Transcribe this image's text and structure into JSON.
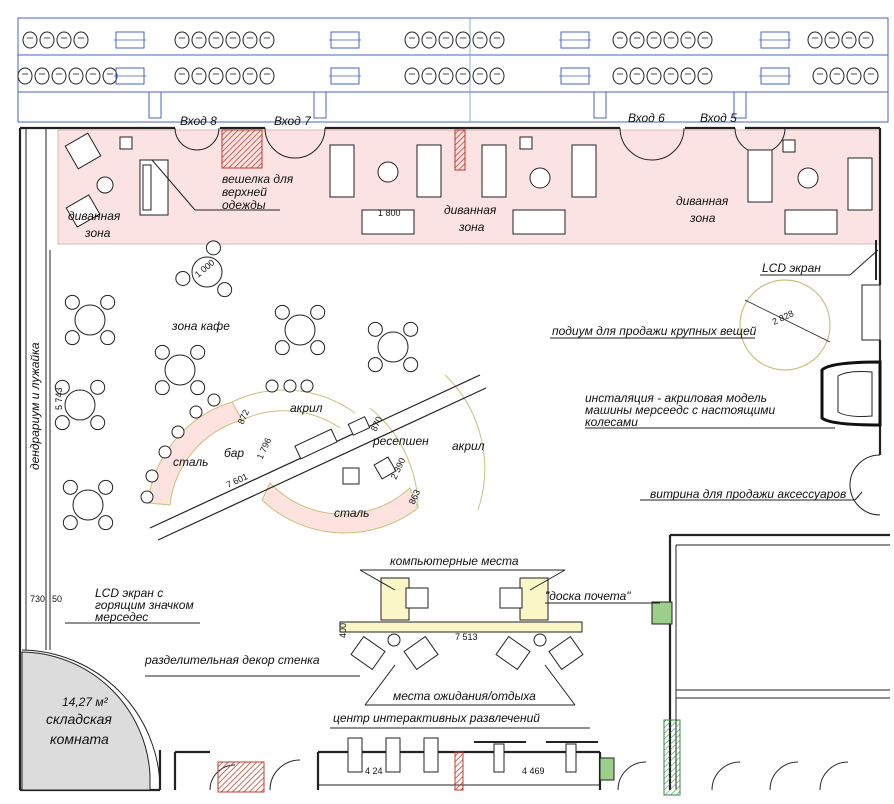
{
  "entrances": {
    "e8": "Вход 8",
    "e7": "Вход 7",
    "e6": "Вход 6",
    "e5": "Вход 5"
  },
  "labels": {
    "coat_rack": [
      "вешелка для",
      "верхней",
      "одежды"
    ],
    "sofa_left": [
      "диванная",
      "зона"
    ],
    "sofa_center": [
      "диванная",
      "зона"
    ],
    "sofa_right": [
      "диванная",
      "зона"
    ],
    "cafe": "зона кафе",
    "acryl_top": "акрил",
    "acryl_right": "акрил",
    "reception": "ресепшен",
    "bar": "бар",
    "steel_left": "сталь",
    "steel_bottom": "сталь",
    "lcd_right": "LCD экран",
    "podium": "подиум для продажи крупных вещей",
    "installation": [
      "инсталяция - акриловая модель",
      "машины мерсеедс с настоящими",
      "колесами"
    ],
    "showcase": "витрина для продажи аксессуаров",
    "computers": "компьютерные места",
    "honor_board": "\"доска почета\"",
    "lcd_left": [
      "LCD экран с",
      "горящим значком",
      "мерседес"
    ],
    "decor_wall": "разделительная декор стенка",
    "waiting": "места ожидания/отдыха",
    "entertainment": "центр интерактивных развлечений",
    "dendrarium": "дендрариум и лужайка",
    "storage_area": "14,27 м²",
    "storage": [
      "складская",
      "комната"
    ]
  },
  "dimensions": {
    "d1800": "1 800",
    "d1000": "1 000",
    "d2828": "2 828",
    "d5743": "5 743",
    "d872": "872",
    "d1796": "1 796",
    "d7601": "7 601",
    "d870": "870",
    "d2390": "2 390",
    "d863": "863",
    "d7513": "7 513",
    "d400": "400",
    "d730": "730",
    "d50": "50",
    "d4240": "4 24",
    "d4469": "4 469"
  },
  "colors": {
    "sofa_zone_fill": "#fbe3e3",
    "counter_fill": "#fde2df",
    "podium_stroke": "#c8c27a",
    "board_fill": "#fbf6c7",
    "storage_fill": "#dcdcdc",
    "hatch_red": "#c0392b",
    "parking_blue": "#4a63c9",
    "green_block": "#9bcf8a"
  }
}
